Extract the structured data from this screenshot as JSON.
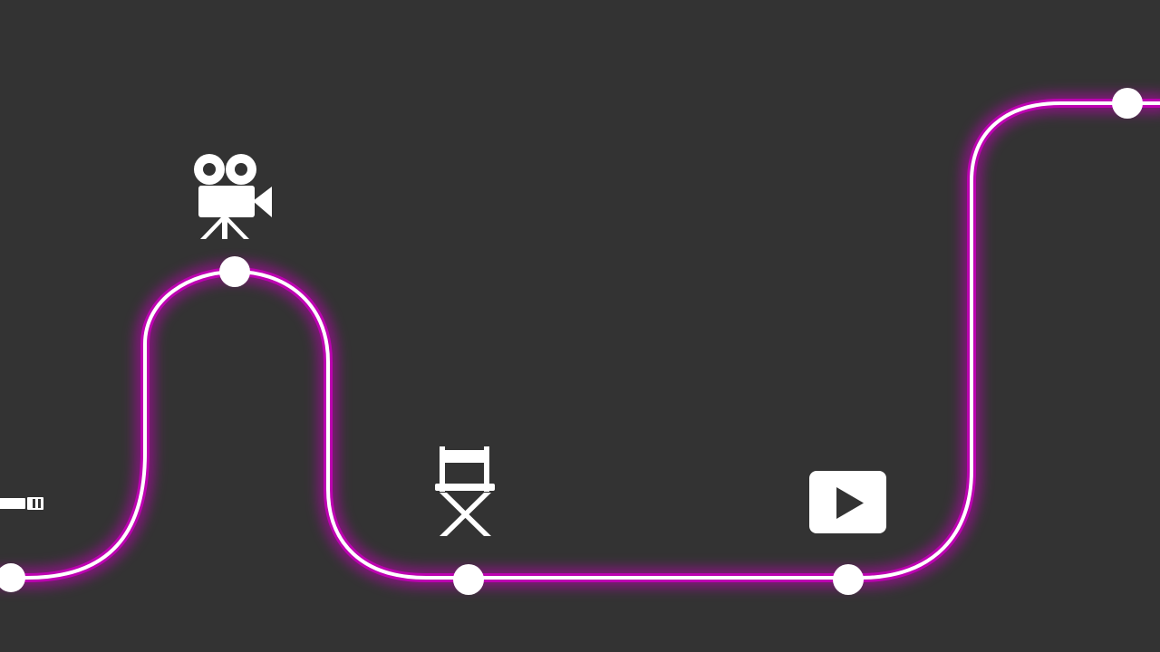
{
  "colors": {
    "background": "#333333",
    "path_glow": "#c400b8",
    "path_core": "#ffffff",
    "node": "#ffffff",
    "icon": "#ffffff"
  },
  "milestones": [
    {
      "id": "start",
      "icon": "clapperboard-icon"
    },
    {
      "id": "shoot",
      "icon": "film-camera-icon"
    },
    {
      "id": "direct",
      "icon": "director-chair-icon"
    },
    {
      "id": "publish",
      "icon": "play-button-icon"
    },
    {
      "id": "end",
      "icon": null
    }
  ]
}
